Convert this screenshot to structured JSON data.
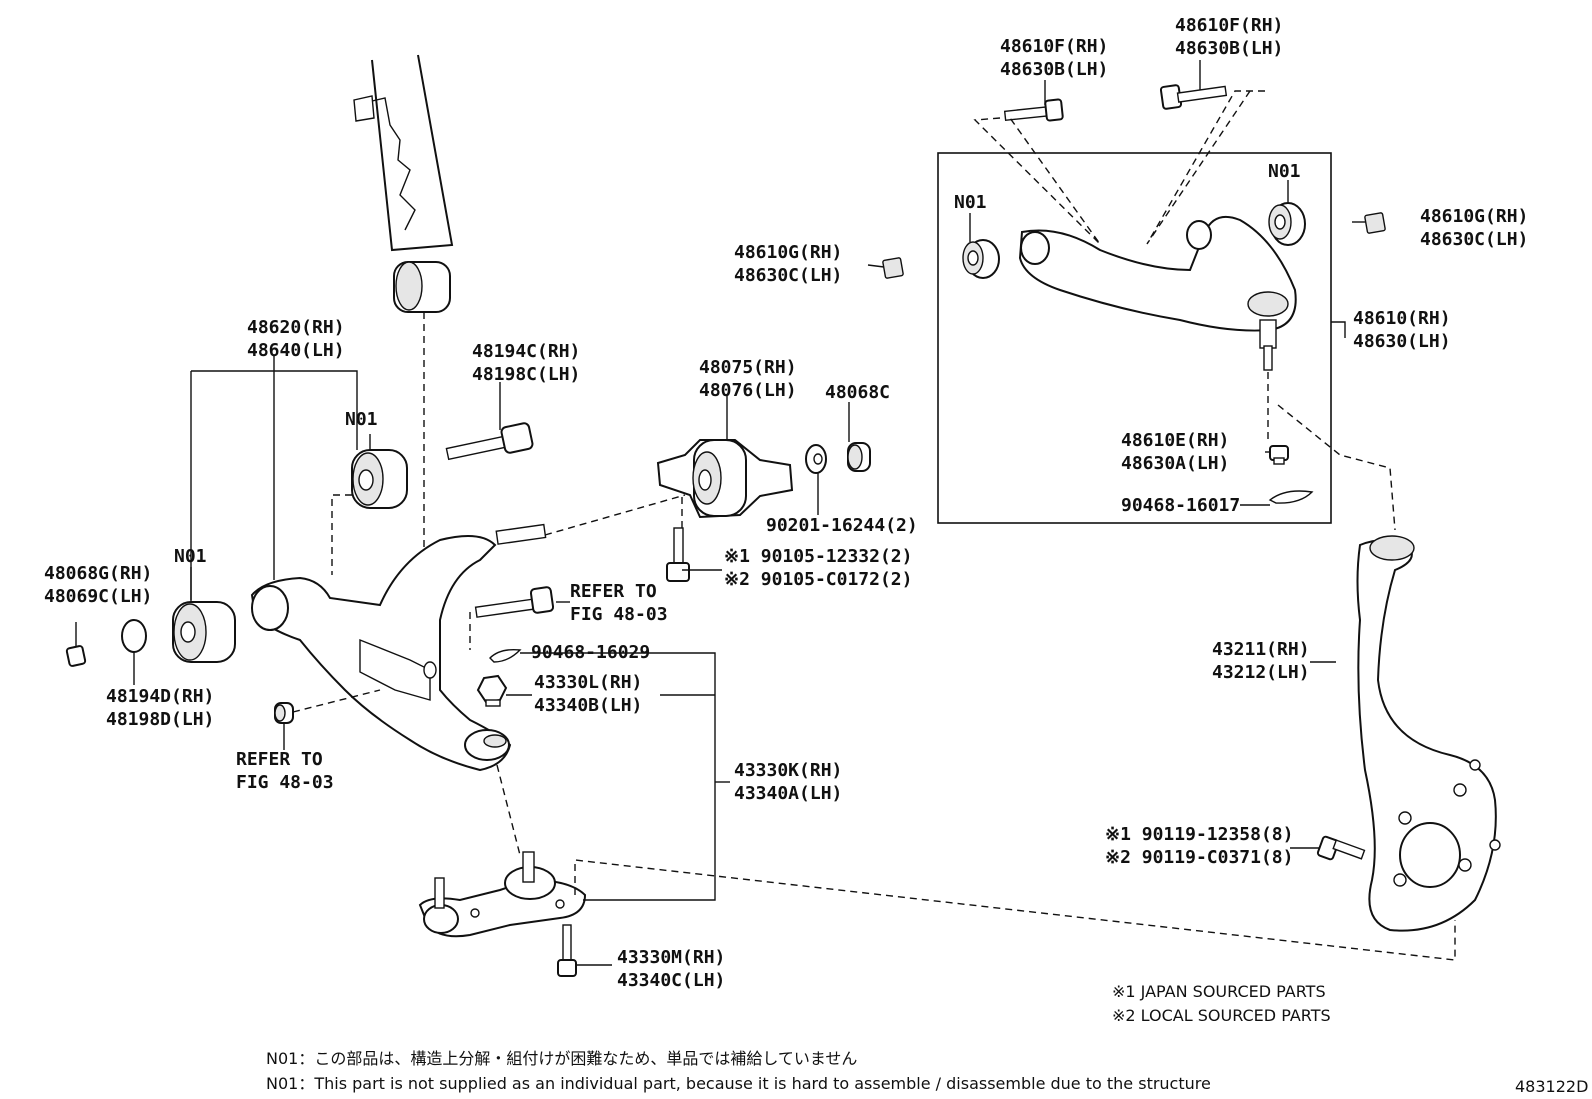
{
  "labels": {
    "p48610F_rh_left": "48610F(RH)",
    "p48630B_lh_left": "48630B(LH)",
    "p48610F_rh_right": "48610F(RH)",
    "p48630B_lh_right": "48630B(LH)",
    "n01_upper_left": "N01",
    "n01_upper_right": "N01",
    "p48610G_rh_left": "48610G(RH)",
    "p48630C_lh_left": "48630C(LH)",
    "p48610G_rh_right": "48610G(RH)",
    "p48630C_lh_right": "48630C(LH)",
    "p48610_rh": "48610(RH)",
    "p48630_lh": "48630(LH)",
    "p48610E_rh": "48610E(RH)",
    "p48630A_lh": "48630A(LH)",
    "p90468_16017": "90468-16017",
    "p48620_rh": "48620(RH)",
    "p48640_lh": "48640(LH)",
    "p48194C_rh": "48194C(RH)",
    "p48198C_lh": "48198C(LH)",
    "p48075_rh": "48075(RH)",
    "p48076_lh": "48076(LH)",
    "p48068C": "48068C",
    "n01_lower_bushing": "N01",
    "n01_left": "N01",
    "p90201_16244": "90201-16244(2)",
    "p90105_12332": "※1 90105-12332(2)",
    "p90105_C0172": "※2 90105-C0172(2)",
    "p48068G_rh": "48068G(RH)",
    "p48069C_lh": "48069C(LH)",
    "refer_to_1": "REFER TO",
    "fig_48_03_1": "FIG 48-03",
    "p90468_16029": "90468-16029",
    "p43330L_rh": "43330L(RH)",
    "p43340B_lh": "43340B(LH)",
    "p48194D_rh": "48194D(RH)",
    "p48198D_lh": "48198D(LH)",
    "refer_to_2": "REFER TO",
    "fig_48_03_2": "FIG 48-03",
    "p43330K_rh": "43330K(RH)",
    "p43340A_lh": "43340A(LH)",
    "p43211_rh": "43211(RH)",
    "p43212_lh": "43212(LH)",
    "p90119_12358": "※1 90119-12358(8)",
    "p90119_C0371": "※2 90119-C0371(8)",
    "p43330M_rh": "43330M(RH)",
    "p43340C_lh": "43340C(LH)"
  },
  "legend": {
    "japan": "※1 JAPAN SOURCED PARTS",
    "local": "※2 LOCAL SOURCED PARTS"
  },
  "footnotes": {
    "jp": "N01：この部品は、構造上分解・組付けが困難なため、単品では補給していません",
    "en": "N01：This part is not supplied as an individual part, because it is hard to assemble / disassemble due to the structure"
  },
  "figure_id": "483122D"
}
